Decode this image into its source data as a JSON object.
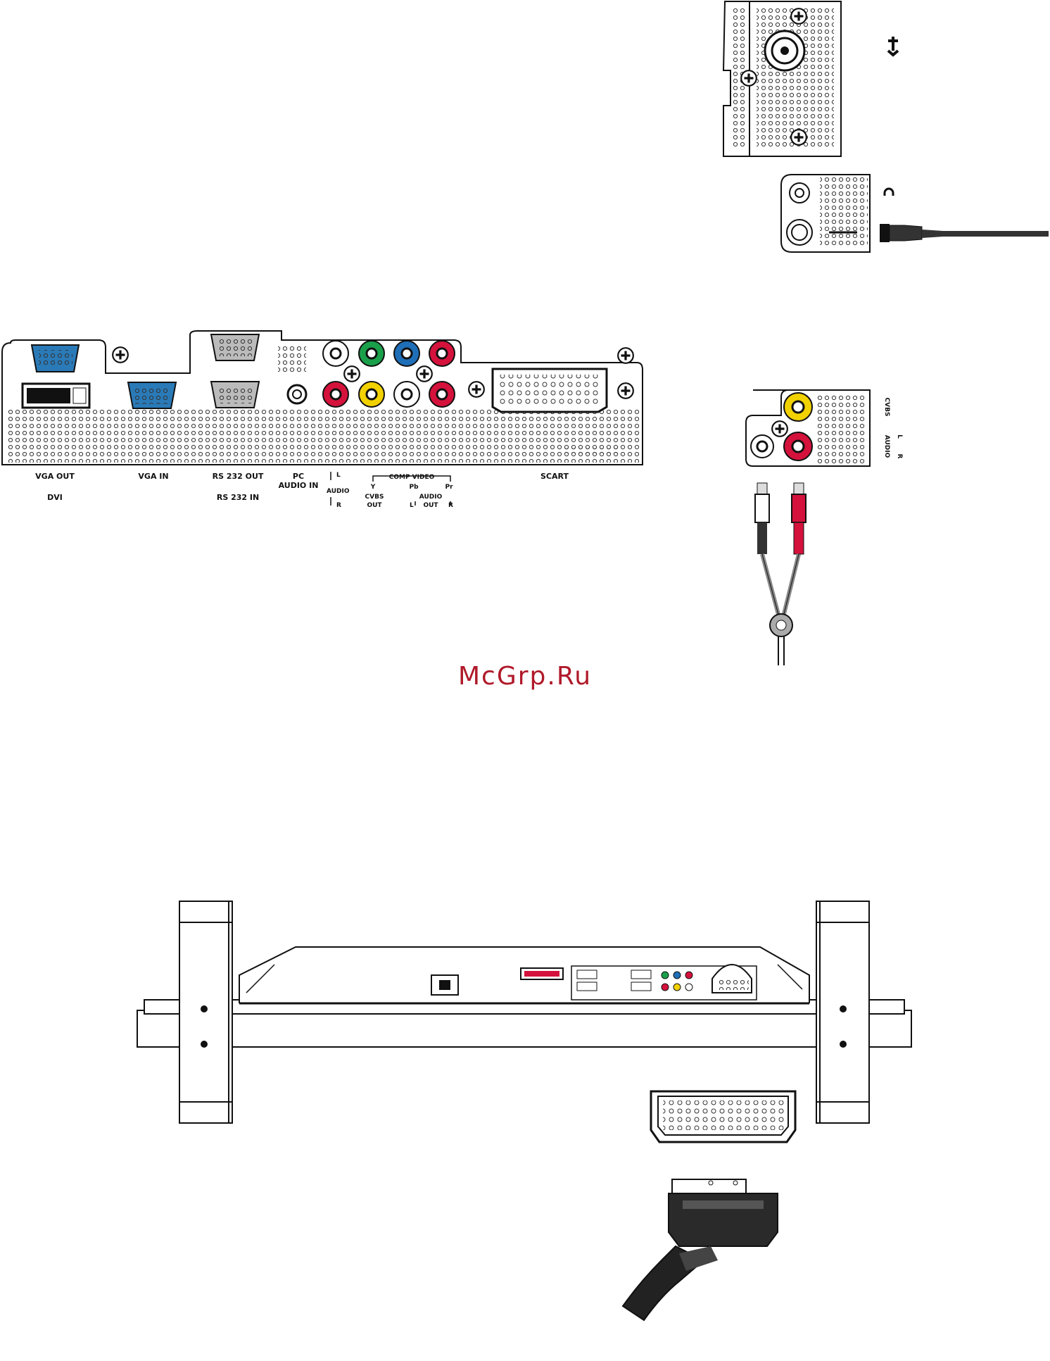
{
  "watermark": "McGrp.Ru",
  "panel_labels": {
    "vga_out": "VGA OUT",
    "dvi": "DVI",
    "vga_in": "VGA IN",
    "rs232_out": "RS 232 OUT",
    "rs232_in": "RS 232 IN",
    "pc_audio_in_1": "PC",
    "pc_audio_in_2": "AUDIO IN",
    "audio_l": "L",
    "audio": "AUDIO",
    "audio_r": "R",
    "comp_video": "COMP VIDEO",
    "y": "Y",
    "pb": "Pb",
    "pr": "Pr",
    "cvbs_out_1": "CVBS",
    "cvbs_out_2": "OUT",
    "audio_out_1": "AUDIO",
    "audio_out_2": "OUT",
    "audio_out_l": "L",
    "audio_out_r": "R",
    "scart": "SCART"
  },
  "side_labels": {
    "cvbs": "CVBS",
    "audio": "AUDIO",
    "l": "L",
    "r": "R"
  },
  "colors": {
    "green": "#1aa04a",
    "blue": "#1f6fb8",
    "red": "#d4123c",
    "yellow": "#f2d100",
    "vga_blue": "#2a7ab8"
  }
}
